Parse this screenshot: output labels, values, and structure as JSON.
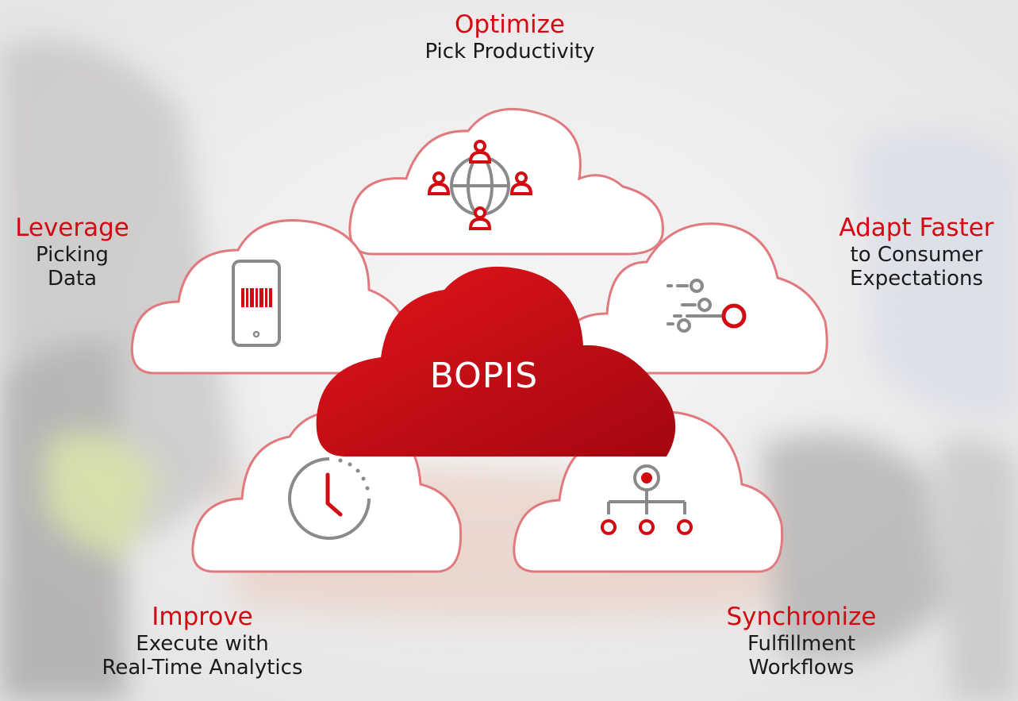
{
  "center": {
    "label": "BOPIS"
  },
  "nodes": {
    "top": {
      "title": "Optimize",
      "lines": [
        "Pick Productivity"
      ],
      "icon": "people-globe-icon"
    },
    "left": {
      "title": "Leverage",
      "lines": [
        "Picking",
        "Data"
      ],
      "icon": "phone-barcode-icon"
    },
    "right": {
      "title": "Adapt Faster",
      "lines": [
        "to Consumer",
        "Expectations"
      ],
      "icon": "fast-motion-icon"
    },
    "bottom_left": {
      "title": "Improve",
      "lines": [
        "Execute with",
        "Real-Time Analytics"
      ],
      "icon": "clock-icon"
    },
    "bottom_right": {
      "title": "Synchronize",
      "lines": [
        "Fulfillment",
        "Workflows"
      ],
      "icon": "hierarchy-icon"
    }
  },
  "colors": {
    "accent": "#d20a12",
    "icon_gray": "#8a8a8a",
    "cloud_fill": "#ffffff",
    "cloud_outline": "#e07a7e"
  }
}
